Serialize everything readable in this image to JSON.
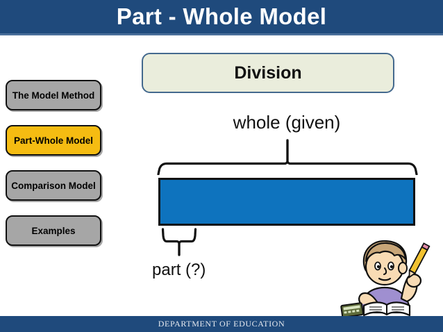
{
  "slide": {
    "title": "Part - Whole Model",
    "footer": "DEPARTMENT OF EDUCATION",
    "colors": {
      "title_bar": "#1F4A7C",
      "title_text": "#FFFFFF",
      "sidebar_button": "#A6A6A6",
      "sidebar_button_active": "#F5BC12",
      "header_box_fill": "#EAEDDC",
      "header_box_border": "#44698E",
      "bar_fill": "#0E73BE",
      "bar_border": "#111111",
      "footer_bar": "#1F4A7C"
    }
  },
  "sidebar": {
    "items": [
      {
        "label": "The Model Method",
        "active": false
      },
      {
        "label": "Part-Whole Model",
        "active": true
      },
      {
        "label": "Comparison Model",
        "active": false
      },
      {
        "label": "Examples",
        "active": false
      }
    ]
  },
  "main": {
    "header_box": {
      "label": "Division"
    },
    "diagram": {
      "whole_label": "whole (given)",
      "part_label": "part (?)",
      "illustration": "boy-studying-illustration"
    }
  }
}
